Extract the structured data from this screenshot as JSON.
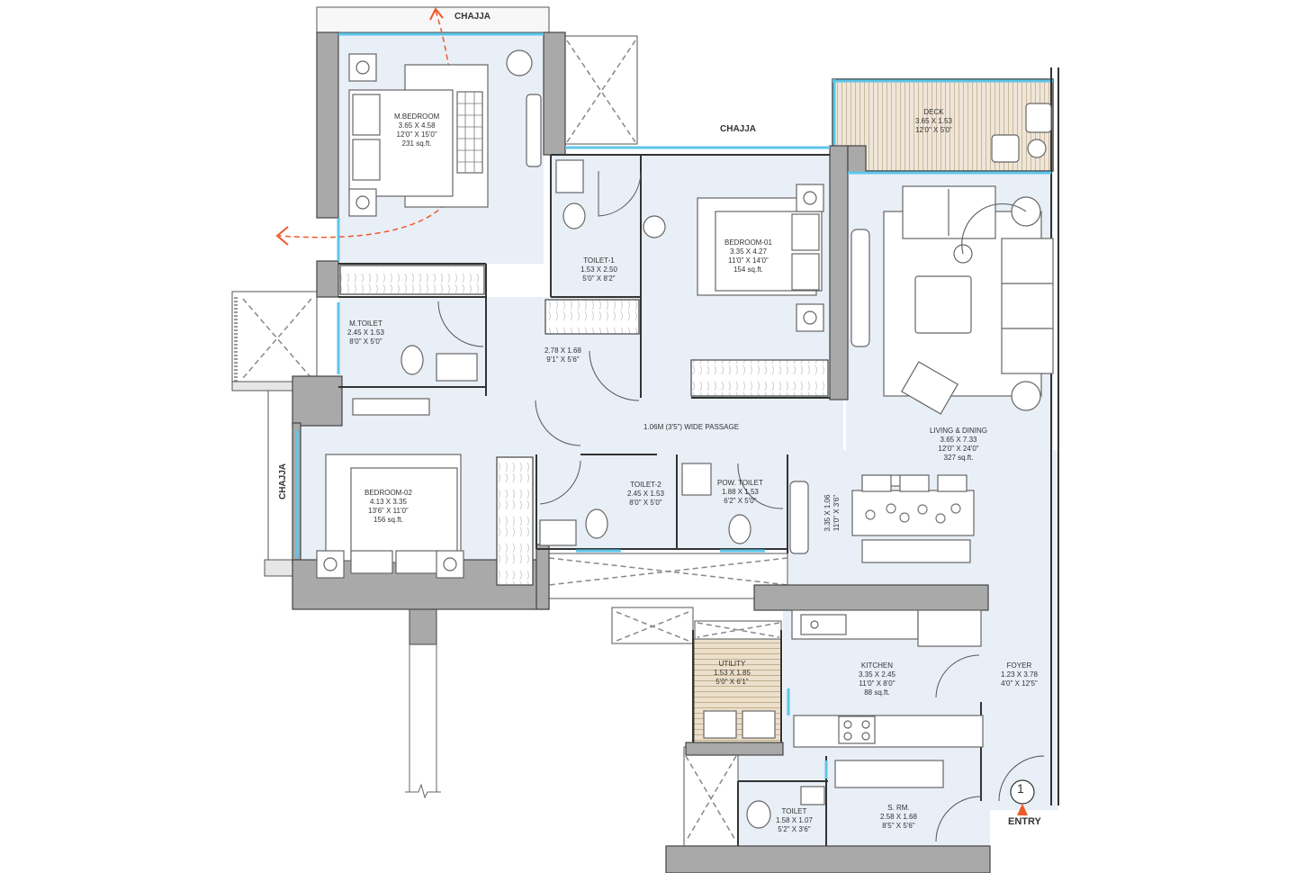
{
  "plan": {
    "colors": {
      "floor": "#e8eff7",
      "wall": "#a9a9a9",
      "wall_outline": "#444444",
      "glazing": "#5cc6ea",
      "deck": "#ece3d4",
      "utility": "#e8dcc8",
      "accent": "#f05a28"
    },
    "labels": {
      "chajja_top": "CHAJJA",
      "chajja_mid": "CHAJJA",
      "chajja_left": "CHAJJA",
      "passage": "1.06M (3'5\") WIDE PASSAGE",
      "entry": "ENTRY",
      "entry_marker": "1"
    },
    "rooms": {
      "master_bedroom": {
        "name": "M.BEDROOM",
        "metric": "3.65 X 4.58",
        "imperial": "12'0\" X 15'0\"",
        "area": "231 sq.ft."
      },
      "bedroom_01": {
        "name": "BEDROOM-01",
        "metric": "3.35 X 4.27",
        "imperial": "11'0\" X 14'0\"",
        "area": "154 sq.ft."
      },
      "bedroom_02": {
        "name": "BEDROOM-02",
        "metric": "4.13 X 3.35",
        "imperial": "13'6\" X 11'0\"",
        "area": "156 sq.ft."
      },
      "toilet_1": {
        "name": "TOILET-1",
        "metric": "1.53 X 2.50",
        "imperial": "5'0\" X 8'2\""
      },
      "toilet_2": {
        "name": "TOILET-2",
        "metric": "2.45 X 1.53",
        "imperial": "8'0\" X 5'0\""
      },
      "m_toilet": {
        "name": "M.TOILET",
        "metric": "2.45 X 1.53",
        "imperial": "8'0\" X 5'0\""
      },
      "pow_toilet": {
        "name": "POW. TOILET",
        "metric": "1.88 X 1.53",
        "imperial": "6'2\" X 5'0\""
      },
      "lobby": {
        "metric": "2.78 X 1.68",
        "imperial": "9'1\" X 5'6\""
      },
      "deck": {
        "name": "DECK",
        "metric": "3.65 X 1.53",
        "imperial": "12'0\" X 5'0\""
      },
      "living_dining": {
        "name": "LIVING & DINING",
        "metric": "3.65 X 7.33",
        "imperial": "12'0\" X 24'0\"",
        "area": "327 sq.ft."
      },
      "dining_ext": {
        "metric": "3.35 X 1.06",
        "imperial": "11'0\" X 3'6\""
      },
      "utility": {
        "name": "UTILITY",
        "metric": "1.53 X 1.85",
        "imperial": "5'0\" X 6'1\""
      },
      "kitchen": {
        "name": "KITCHEN",
        "metric": "3.35 X 2.45",
        "imperial": "11'0\" X 8'0\"",
        "area": "88 sq.ft."
      },
      "foyer": {
        "name": "FOYER",
        "metric": "1.23 X 3.78",
        "imperial": "4'0\" X 12'5\""
      },
      "servant_room": {
        "name": "S. RM.",
        "metric": "2.58 X 1.68",
        "imperial": "8'5\" X 5'6\""
      },
      "toilet_s": {
        "name": "TOILET",
        "metric": "1.58 X 1.07",
        "imperial": "5'2\" X 3'6\""
      }
    }
  }
}
